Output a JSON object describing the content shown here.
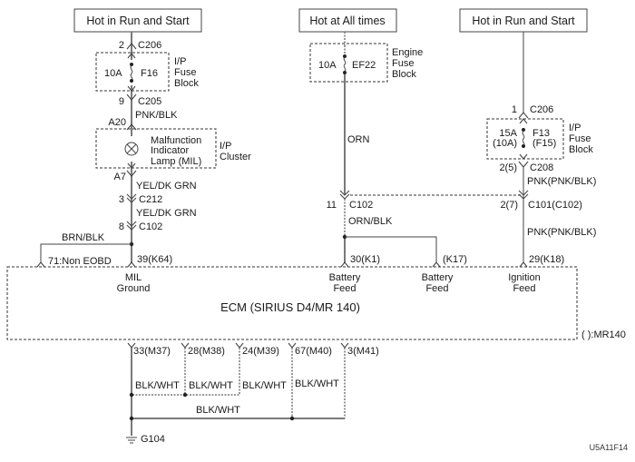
{
  "figure_id": "U5A11F14",
  "sources": {
    "left": "Hot in Run and Start",
    "middle": "Hot at All times",
    "right": "Hot in Run and Start"
  },
  "left_circuit": {
    "c206_pin": "2",
    "c206": "C206",
    "fuse_amp": "10A",
    "fuse_id": "F16",
    "fuse_block": [
      "I/P",
      "Fuse",
      "Block"
    ],
    "c205_pin": "9",
    "c205": "C205",
    "wire1": "PNK/BLK",
    "pin_a20": "A20",
    "lamp": [
      "Malfunction",
      "Indicator",
      "Lamp (MIL)"
    ],
    "cluster": [
      "I/P",
      "Cluster"
    ],
    "pin_a7": "A7",
    "wire2": "YEL/DK GRN",
    "c212_pin": "3",
    "c212": "C212",
    "wire3": "YEL/DK GRN",
    "c102_pin": "8",
    "c102": "C102",
    "branch_wire": "BRN/BLK",
    "pin_non_eobd": "71:Non EOBD",
    "pin_mil": "39(K64)",
    "ecm_label": [
      "MIL",
      "Ground"
    ]
  },
  "middle_circuit": {
    "fuse_amp": "10A",
    "fuse_id": "EF22",
    "fuse_block": [
      "Engine",
      "Fuse",
      "Block"
    ],
    "wire1": "ORN",
    "c102_pin": "11",
    "c102": "C102",
    "wire2": "ORN/BLK",
    "pin_batt1": "30(K1)",
    "pin_batt2": "(K17)",
    "ecm_label1": [
      "Battery",
      "Feed"
    ],
    "ecm_label2": [
      "Battery",
      "Feed"
    ]
  },
  "right_circuit": {
    "c206_pin": "1",
    "c206": "C206",
    "fuse_amp": "15A",
    "fuse_amp_alt": "(10A)",
    "fuse_id": "F13",
    "fuse_id_alt": "(F15)",
    "fuse_block": [
      "I/P",
      "Fuse",
      "Block"
    ],
    "c208_pin": "2(5)",
    "c208": "C208",
    "wire1": "PNK(PNK/BLK)",
    "c101_pin": "2(7)",
    "c101": "C101(C102)",
    "wire2": "PNK(PNK/BLK)",
    "pin_ign": "29(K18)",
    "ecm_label": [
      "Ignition",
      "Feed"
    ]
  },
  "ecm": {
    "title": "ECM (SIRIUS D4/MR 140)",
    "note": "(  ):MR140"
  },
  "ground": {
    "pins": [
      "33(M37)",
      "28(M38)",
      "24(M39)",
      "67(M40)",
      "3(M41)"
    ],
    "wires": [
      "BLK/WHT",
      "BLK/WHT",
      "BLK/WHT",
      "BLK/WHT"
    ],
    "bus_wire": "BLK/WHT",
    "ground_id": "G104"
  }
}
